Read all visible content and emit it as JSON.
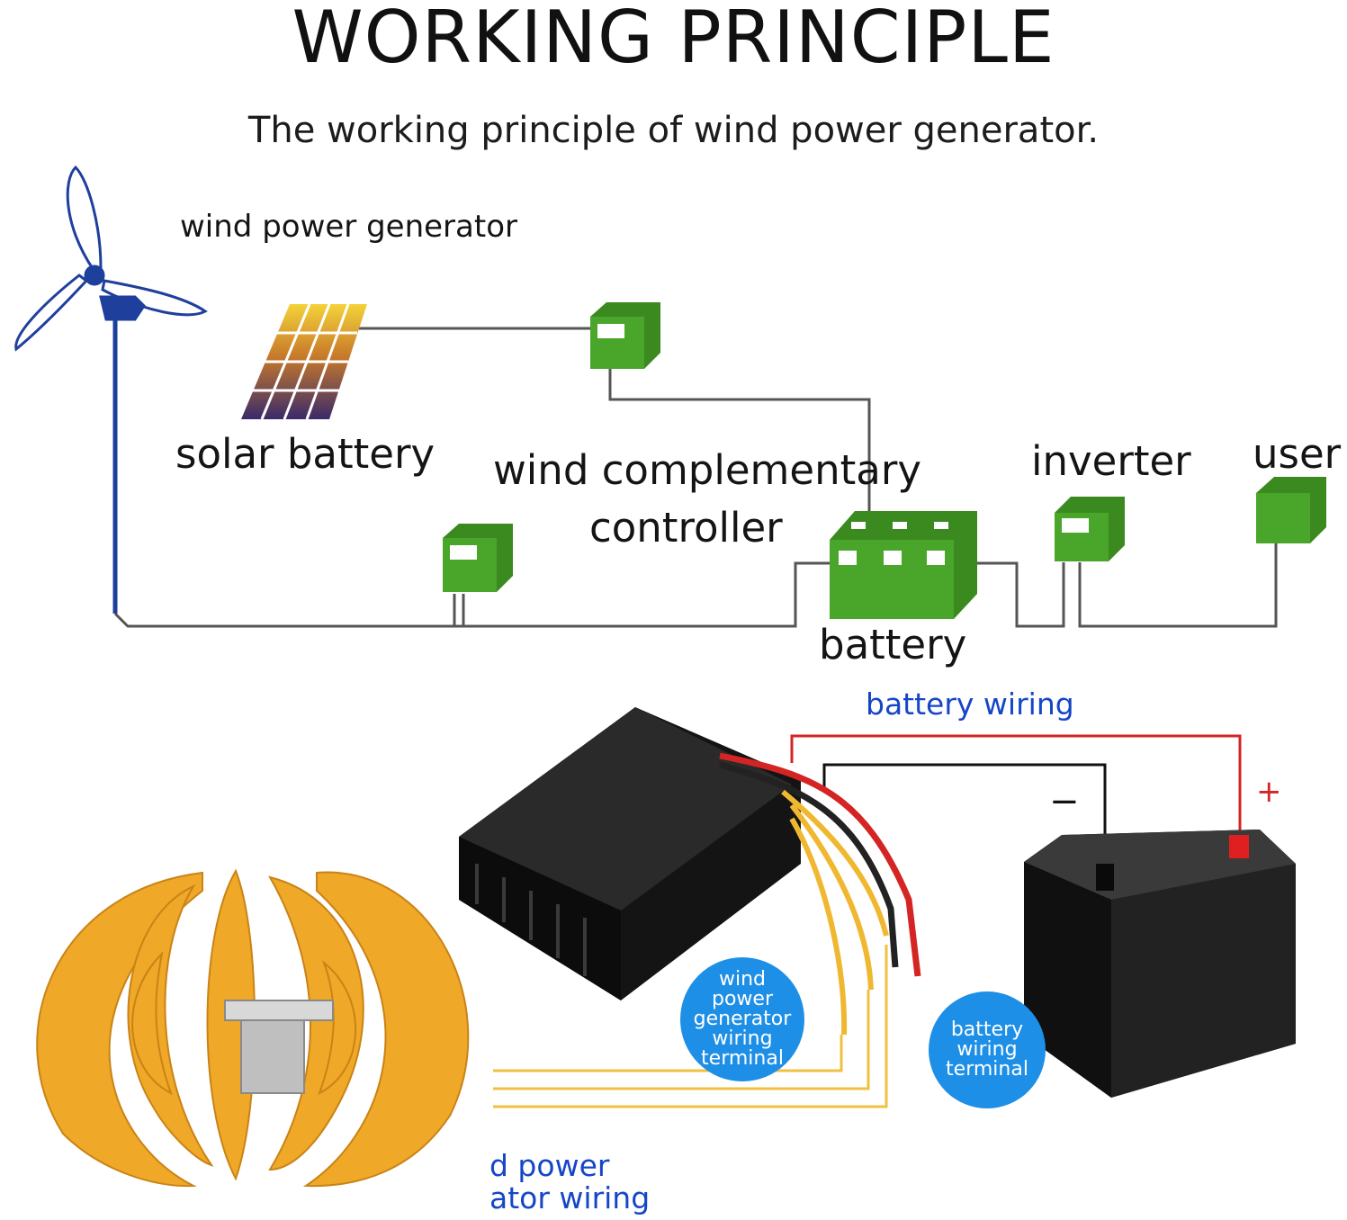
{
  "header": {
    "title": "WORKING PRINCIPLE",
    "subtitle": "The working principle of wind power generator."
  },
  "diagram": {
    "wind_generator_label": "wind power generator",
    "solar_label": "solar battery",
    "controller_label_line1": "wind complementary",
    "controller_label_line2": "controller",
    "inverter_label": "inverter",
    "user_label": "user",
    "battery_label": "battery"
  },
  "wiring": {
    "battery_wiring_label": "battery wiring",
    "minus_sign": "−",
    "plus_sign": "+",
    "generator_terminal_badge": [
      "wind",
      "power",
      "generator",
      "wiring",
      "terminal"
    ],
    "battery_terminal_badge": [
      "battery",
      "wiring",
      "terminal"
    ],
    "generator_wiring_line1": "d power",
    "generator_wiring_line2": "ator wiring"
  },
  "colors": {
    "box_green": "#4aa52b",
    "box_green_dark": "#3a8a20",
    "turbine_blue": "#1e3f9c",
    "wire_red": "#d42424",
    "wire_yellow": "#f0c040",
    "label_blue": "#1646c8",
    "badge_blue": "#1e8fe6",
    "rotor_orange": "#f0a828"
  }
}
